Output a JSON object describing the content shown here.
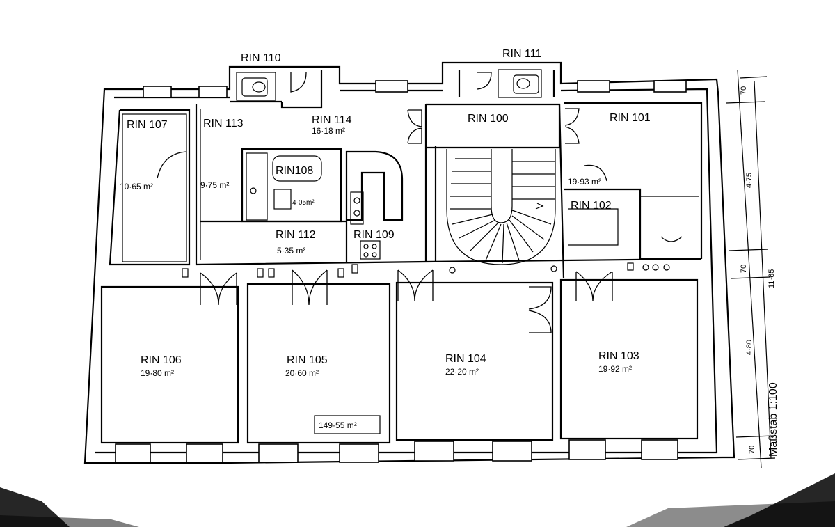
{
  "rooms": {
    "r100": {
      "label": "RIN  100",
      "area": ""
    },
    "r101": {
      "label": "RIN  101",
      "area": ""
    },
    "r102": {
      "label": "RIN  102",
      "area": "19·93 m²"
    },
    "r103": {
      "label": "RIN  103",
      "area": "19·92  m²"
    },
    "r104": {
      "label": "RIN  104",
      "area": "22·20  m²"
    },
    "r105": {
      "label": "RIN  105",
      "area": "20·60  m²"
    },
    "r106": {
      "label": "RIN  106",
      "area": "19·80  m²"
    },
    "r107": {
      "label": "RIN  107",
      "area": "10·65  m²"
    },
    "r108": {
      "label": "RIN108",
      "area": "4·05m²"
    },
    "r109": {
      "label": "RIN  109",
      "area": ""
    },
    "r110": {
      "label": "RIN  110",
      "area": ""
    },
    "r111": {
      "label": "RIN  111",
      "area": ""
    },
    "r112": {
      "label": "RIN  112",
      "area": "5·35 m²"
    },
    "r113": {
      "label": "RIN  113",
      "area": "9·75  m²"
    },
    "r114": {
      "label": "RIN  114",
      "area": "16·18  m²"
    }
  },
  "total_area": "149·55  m²",
  "dimensions": {
    "d1": "70",
    "d2": "4·75",
    "d3": "70",
    "d4": "11·65",
    "d5": "4·80",
    "d6": "70"
  },
  "scale": "Maßstab  1:100"
}
